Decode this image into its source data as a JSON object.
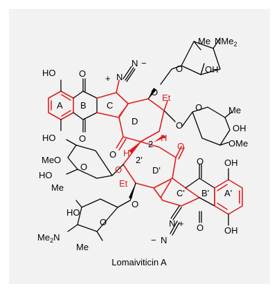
{
  "caption": "Lomaiviticin A",
  "ring_labels": {
    "A": "A",
    "B": "B",
    "C": "C",
    "D": "D",
    "A_prime": "A'",
    "B_prime": "B'",
    "C_prime": "C'",
    "D_prime": "D'"
  },
  "position_labels": {
    "c2": "2",
    "c2_prime": "2'"
  },
  "atoms": {
    "ho_top": "HO",
    "oh_bottom_left": "HO",
    "ho_sugar_bottom": "HO",
    "oh_right": "OH",
    "oh_right_bottom": "OH",
    "oh_sugar_top": "OH",
    "oh_sugar_right": "OH",
    "o": "O",
    "n": "N",
    "h": "H",
    "et": "Et",
    "me": "Me",
    "nme2": "NMe",
    "sub2": "2",
    "me2n": "Me",
    "ome": "OMe",
    "meo": "MeO"
  },
  "charges": {
    "plus": "+",
    "minus": "−"
  }
}
